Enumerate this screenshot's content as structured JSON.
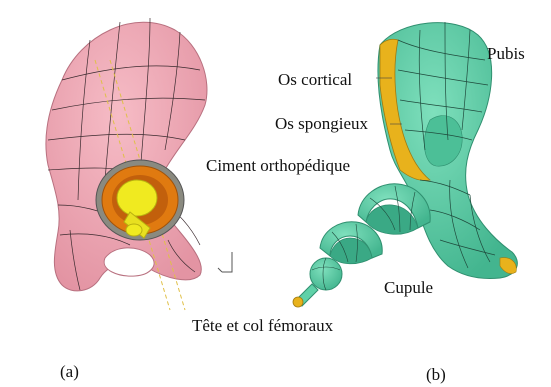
{
  "panel_a": {
    "caption": "(a)"
  },
  "panel_b": {
    "caption": "(b)",
    "labels": {
      "pubis": "Pubis",
      "cortical": "Os cortical",
      "spongy": "Os spongieux",
      "cement": "Ciment orthopédique",
      "cup": "Cupule",
      "head_neck": "Tête et col fémoraux"
    }
  },
  "colors": {
    "bone_pink": "#f0a8b4",
    "bone_pink_dark": "#d98a98",
    "teal": "#5fd1a8",
    "teal_dark": "#3aa985",
    "cortical_yellow": "#e8b21c",
    "cup_orange": "#e07a10",
    "head_yellow": "#f0ea20",
    "mesh_line": "#2a2a2a"
  },
  "icons": [
    "axis-triad-icon"
  ]
}
